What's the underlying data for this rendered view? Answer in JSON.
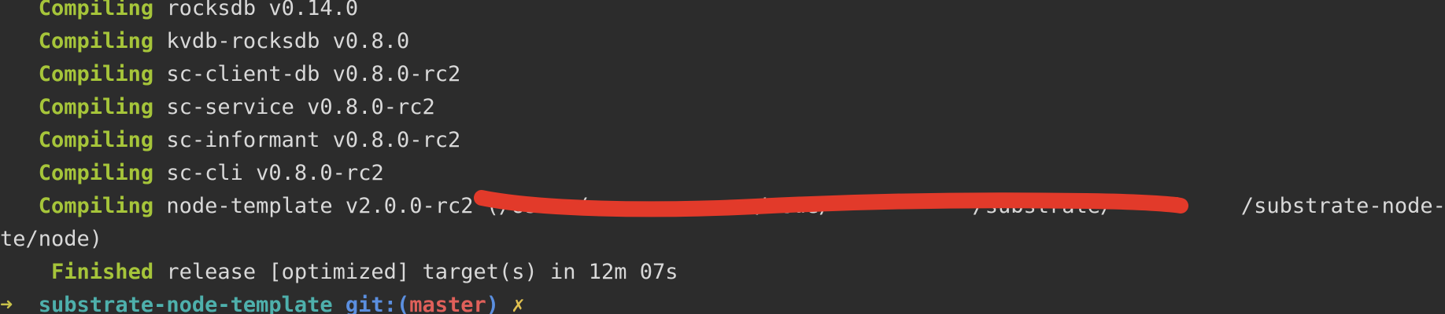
{
  "output": {
    "compile_lines": [
      {
        "keyword": "Compiling",
        "text": "rocksdb v0.14.0"
      },
      {
        "keyword": "Compiling",
        "text": "kvdb-rocksdb v0.8.0"
      },
      {
        "keyword": "Compiling",
        "text": "sc-client-db v0.8.0-rc2"
      },
      {
        "keyword": "Compiling",
        "text": "sc-service v0.8.0-rc2"
      },
      {
        "keyword": "Compiling",
        "text": "sc-informant v0.8.0-rc2"
      },
      {
        "keyword": "Compiling",
        "text": "sc-cli v0.8.0-rc2"
      },
      {
        "keyword": "Compiling",
        "text": "node-template v2.0.0-rc2 (/Users/             /code/           /substrate/          /substrate-node-templa"
      }
    ],
    "wrap_line": "te/node)",
    "finished": {
      "keyword": "Finished",
      "text": "release [optimized] target(s) in 12m 07s"
    }
  },
  "prompt": {
    "arrow": "➜",
    "directory": "substrate-node-template",
    "git_label": "git:(",
    "branch": "master",
    "git_close": ")",
    "dirty_marker": "✗"
  },
  "colors": {
    "background": "#2c2c2c",
    "keyword": "#a6c53a",
    "text": "#d9d9d9",
    "redaction": "#e23a2a"
  }
}
